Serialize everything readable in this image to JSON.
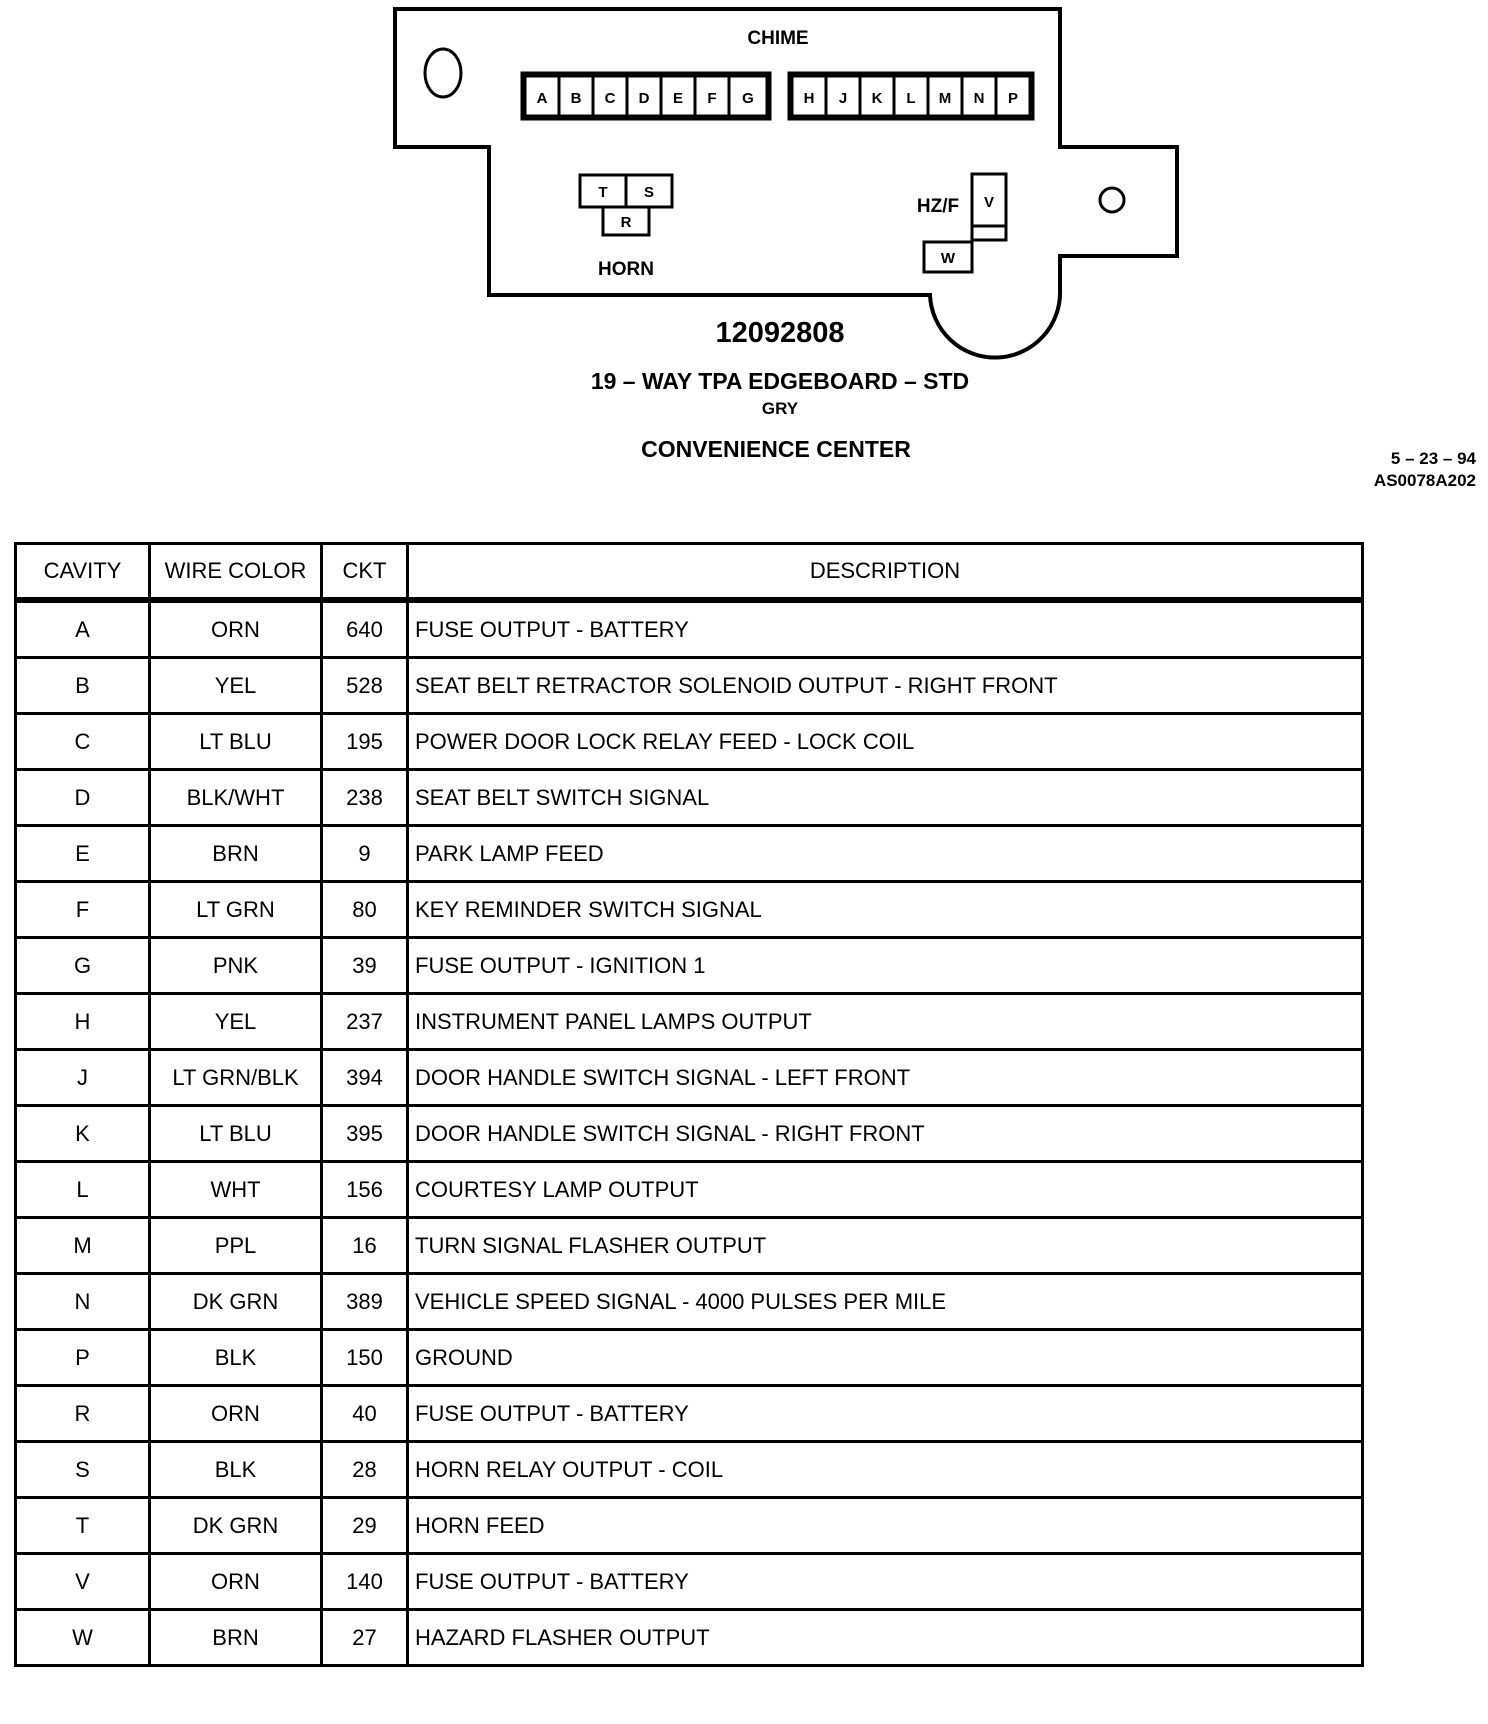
{
  "diagram": {
    "chime_label": "CHIME",
    "horn_label": "HORN",
    "hzf_label": "HZ/F",
    "pins_left": [
      "A",
      "B",
      "C",
      "D",
      "E",
      "F",
      "G"
    ],
    "pins_right": [
      "H",
      "J",
      "K",
      "L",
      "M",
      "N",
      "P"
    ],
    "horn_pins": [
      "T",
      "S",
      "R"
    ],
    "hzf_pin": "V",
    "w_pin": "W",
    "part_number": "12092808",
    "connector_name": "19 – WAY TPA EDGEBOARD – STD",
    "color": "GRY",
    "location": "CONVENIENCE CENTER"
  },
  "stamp": {
    "date": "5 – 23 – 94",
    "code": "AS0078A202"
  },
  "table": {
    "headers": [
      "CAVITY",
      "WIRE COLOR",
      "CKT",
      "DESCRIPTION"
    ],
    "rows": [
      [
        "A",
        "ORN",
        "640",
        "FUSE OUTPUT - BATTERY"
      ],
      [
        "B",
        "YEL",
        "528",
        "SEAT BELT RETRACTOR SOLENOID OUTPUT - RIGHT FRONT"
      ],
      [
        "C",
        "LT BLU",
        "195",
        "POWER DOOR LOCK RELAY FEED - LOCK COIL"
      ],
      [
        "D",
        "BLK/WHT",
        "238",
        "SEAT BELT SWITCH SIGNAL"
      ],
      [
        "E",
        "BRN",
        "9",
        "PARK LAMP FEED"
      ],
      [
        "F",
        "LT GRN",
        "80",
        "KEY REMINDER SWITCH SIGNAL"
      ],
      [
        "G",
        "PNK",
        "39",
        "FUSE OUTPUT - IGNITION 1"
      ],
      [
        "H",
        "YEL",
        "237",
        "INSTRUMENT PANEL LAMPS OUTPUT"
      ],
      [
        "J",
        "LT GRN/BLK",
        "394",
        "DOOR HANDLE SWITCH SIGNAL - LEFT FRONT"
      ],
      [
        "K",
        "LT BLU",
        "395",
        "DOOR HANDLE SWITCH SIGNAL - RIGHT FRONT"
      ],
      [
        "L",
        "WHT",
        "156",
        "COURTESY LAMP OUTPUT"
      ],
      [
        "M",
        "PPL",
        "16",
        "TURN SIGNAL FLASHER OUTPUT"
      ],
      [
        "N",
        "DK GRN",
        "389",
        "VEHICLE SPEED SIGNAL - 4000 PULSES PER MILE"
      ],
      [
        "P",
        "BLK",
        "150",
        "GROUND"
      ],
      [
        "R",
        "ORN",
        "40",
        "FUSE OUTPUT - BATTERY"
      ],
      [
        "S",
        "BLK",
        "28",
        "HORN RELAY OUTPUT - COIL"
      ],
      [
        "T",
        "DK GRN",
        "29",
        "HORN FEED"
      ],
      [
        "V",
        "ORN",
        "140",
        "FUSE OUTPUT - BATTERY"
      ],
      [
        "W",
        "BRN",
        "27",
        "HAZARD FLASHER OUTPUT"
      ]
    ]
  }
}
